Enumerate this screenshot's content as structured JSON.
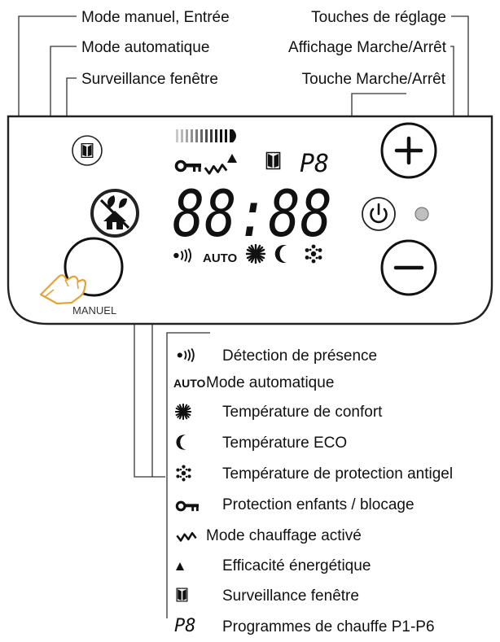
{
  "top_labels": {
    "manual_mode": "Mode manuel, Entrée",
    "auto_mode": "Mode automatique",
    "window_watch": "Surveillance fenêtre",
    "adjust_keys": "Touches de réglage",
    "onoff_display": "Affichage Marche/Arrêt",
    "onoff_key": "Touche Marche/Arrêt"
  },
  "device": {
    "manual_button_label": "MANUEL",
    "lcd_digits": "88:88",
    "lcd_program": "P8",
    "lcd_auto": "AUTO"
  },
  "legend": [
    {
      "icon": "presence-detection-icon",
      "label": "Détection de présence"
    },
    {
      "icon": "auto-text-icon",
      "icon_text": "AUTO",
      "label": "Mode automatique"
    },
    {
      "icon": "sun-comfort-icon",
      "label": "Température de confort"
    },
    {
      "icon": "moon-eco-icon",
      "label": "Température ECO"
    },
    {
      "icon": "snowflake-antifreeze-icon",
      "label": "Température de protection antigel"
    },
    {
      "icon": "key-lock-icon",
      "label": "Protection enfants / blocage"
    },
    {
      "icon": "heating-wave-icon",
      "label": "Mode chauffage activé"
    },
    {
      "icon": "triangle-efficiency-icon",
      "label": "Efficacité énergétique"
    },
    {
      "icon": "window-icon",
      "label": "Surveillance fenêtre"
    },
    {
      "icon": "program-icon",
      "icon_text": "P8",
      "label": "Programmes de chauffe P1-P6"
    }
  ]
}
